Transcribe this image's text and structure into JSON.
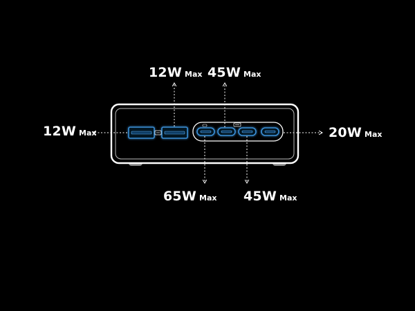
{
  "colors": {
    "background": "#000000",
    "outline": "#ffffff",
    "port_glow": "#3a8fd6"
  },
  "ports": {
    "usb_a_1": {
      "watt": "12W",
      "max": "Max"
    },
    "usb_a_2": {
      "watt": "12W",
      "max": "Max"
    },
    "usb_c_1": {
      "watt": "65W",
      "max": "Max"
    },
    "usb_c_2": {
      "watt": "45W",
      "max": "Max"
    },
    "usb_c_3": {
      "watt": "45W",
      "max": "Max"
    },
    "usb_c_4": {
      "watt": "20W",
      "max": "Max"
    }
  },
  "icons": {
    "usb_a_group": "iq-icon",
    "usb_c_group": "iq3-icon"
  }
}
